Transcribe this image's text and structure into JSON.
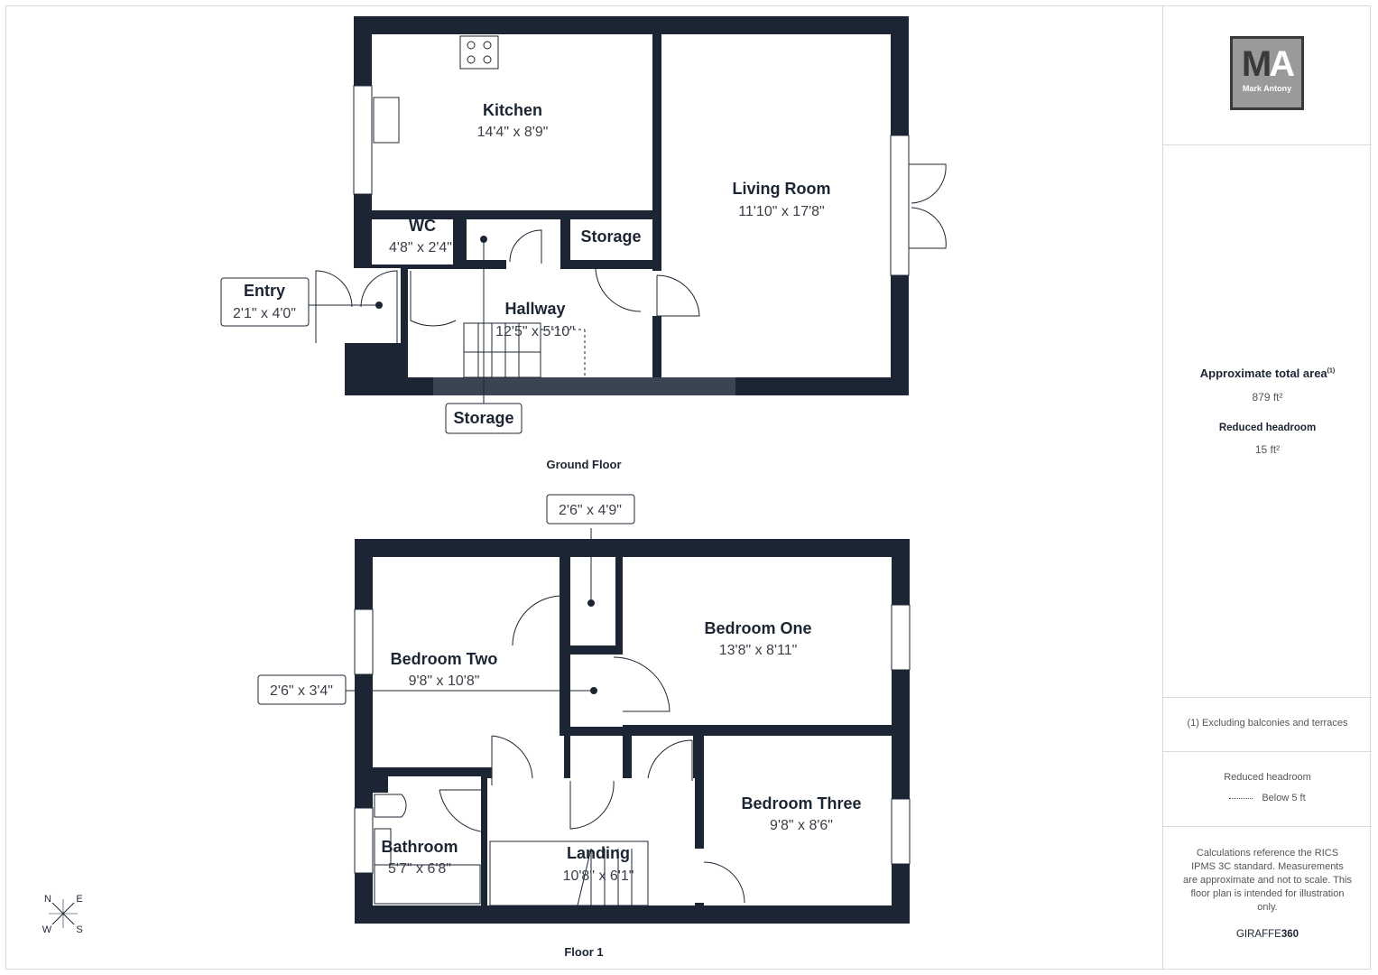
{
  "brand": {
    "logo_initials_dark": "M",
    "logo_initials_light": "A",
    "logo_name": "Mark Antony"
  },
  "ground_floor": {
    "label": "Ground Floor",
    "rooms": [
      {
        "name": "Kitchen",
        "dims": "14'4\" x 8'9\""
      },
      {
        "name": "Living Room",
        "dims": "11'10\" x 17'8\""
      },
      {
        "name": "WC",
        "dims": "4'8\" x 2'4\""
      },
      {
        "name": "Storage",
        "dims": ""
      },
      {
        "name": "Hallway",
        "dims": "12'5\" x 5'10\""
      },
      {
        "name": "Entry",
        "dims": "2'1\" x 4'0\""
      },
      {
        "name": "Storage",
        "dims": ""
      }
    ]
  },
  "floor_1": {
    "label": "Floor 1",
    "rooms": [
      {
        "name": "Bedroom One",
        "dims": "13'8\" x 8'11\""
      },
      {
        "name": "Bedroom Two",
        "dims": "9'8\" x 10'8\""
      },
      {
        "name": "Bedroom Three",
        "dims": "9'8\" x 8'6\""
      },
      {
        "name": "Bathroom",
        "dims": "5'7\" x 6'8\""
      },
      {
        "name": "Landing",
        "dims": "10'8\" x 6'1\""
      }
    ],
    "callouts": [
      "2'6\" x 4'9\"",
      "2'6\" x 3'4\""
    ]
  },
  "compass": {
    "n": "N",
    "e": "E",
    "w": "W",
    "s": "S"
  },
  "summary": {
    "total_area_label": "Approximate total area",
    "total_area_note_mark": "(1)",
    "total_area_value": "879 ft²",
    "reduced_headroom_label": "Reduced headroom",
    "reduced_headroom_value": "15 ft²",
    "footnote": "(1) Excluding balconies and terraces",
    "legend_title": "Reduced headroom",
    "legend_item": "Below 5 ft",
    "disclaimer": "Calculations reference the RICS IPMS 3C standard. Measurements are approximate and not to scale. This floor plan is intended for illustration only.",
    "credit_light": "GIRAFFE",
    "credit_bold": "360"
  },
  "colors": {
    "wall": "#1c2533",
    "panel_border": "#d8d8d8"
  }
}
